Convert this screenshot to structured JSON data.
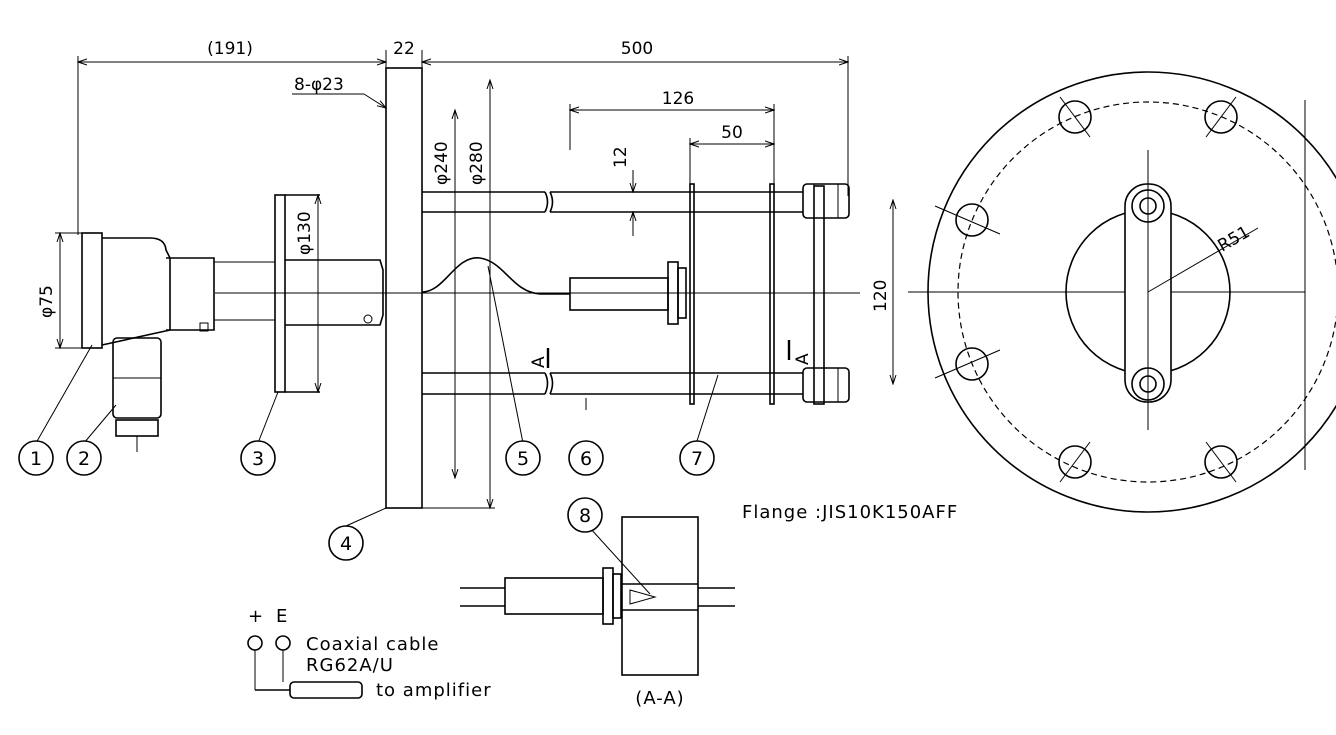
{
  "dimensions": {
    "d191": "(191)",
    "d22": "22",
    "d500": "500",
    "holes": "8-φ23",
    "d126": "126",
    "d50": "50",
    "d12": "12",
    "pcd240": "φ240",
    "od280": "φ280",
    "d130": "φ130",
    "d75": "φ75",
    "d120": "120",
    "r51": "R51",
    "sectionMark": "A"
  },
  "balloons": [
    "1",
    "2",
    "3",
    "4",
    "5",
    "6",
    "7",
    "8"
  ],
  "notes": {
    "flange": "Flange :JIS10K150AFF",
    "sectionView": "(A-A)",
    "plus": "+",
    "earth": "E",
    "cable1": "Coaxial cable",
    "cable2": "RG62A/U",
    "amplifier": "to amplifier"
  }
}
